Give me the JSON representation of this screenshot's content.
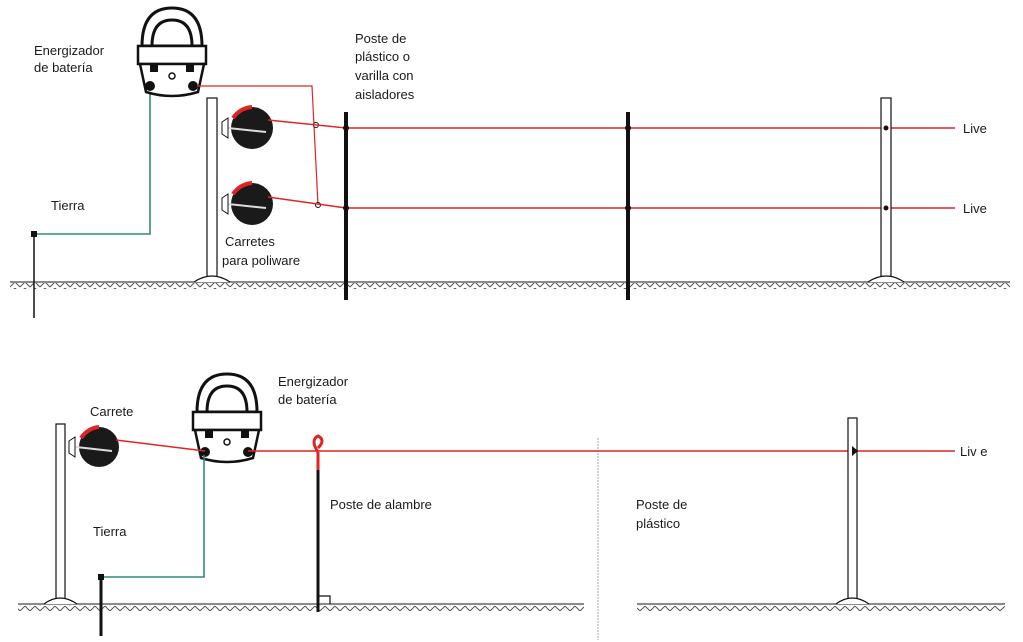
{
  "diagram": {
    "top": {
      "energizer_label_line1": "Energizador",
      "energizer_label_line2": "de batería",
      "post_label_line1": "Poste de",
      "post_label_line2": "plástico o",
      "post_label_line3": "varilla con",
      "post_label_line4": "aisladores",
      "earth_label": "Tierra",
      "reels_label_line1": "Carretes",
      "reels_label_line2": "para poliware",
      "live_upper": "Live",
      "live_lower": "Live"
    },
    "bottom": {
      "reel_label": "Carrete",
      "energizer_label_line1": "Energizador",
      "energizer_label_line2": "de batería",
      "earth_label": "Tierra",
      "wire_post_label": "Poste de alambre",
      "plastic_post_label_line1": "Poste de",
      "plastic_post_label_line2": "plástico",
      "live_label": "Liv e"
    },
    "colors": {
      "wire": "#e02424",
      "earth_wire": "#2e8b7a",
      "post": "#111111",
      "ground": "#444444"
    }
  }
}
